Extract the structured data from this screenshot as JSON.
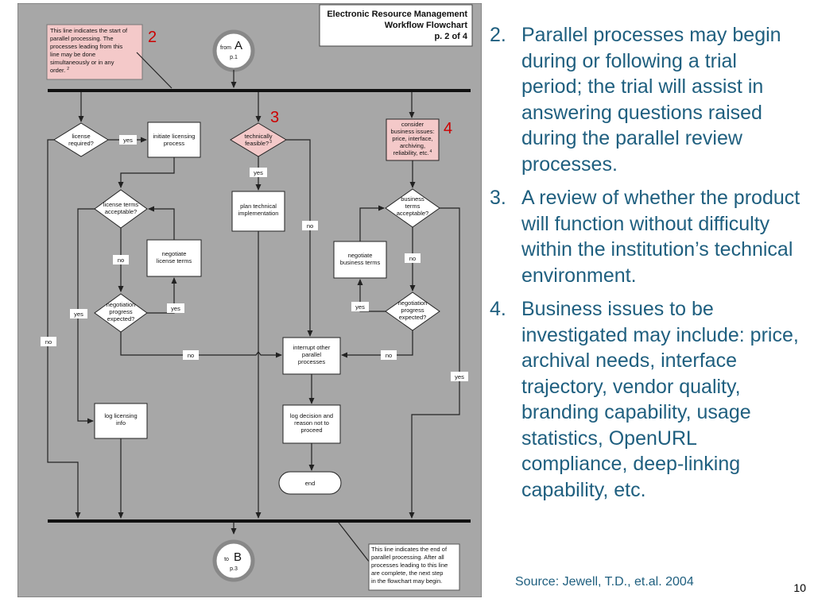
{
  "header": {
    "line1": "Electronic Resource Management",
    "line2": "Workflow Flowchart",
    "line3": "p. 2 of 4"
  },
  "connectors": {
    "top_from": "from",
    "top_letter": "A",
    "top_page": "p.1",
    "bottom_to": "to",
    "bottom_letter": "B",
    "bottom_page": "p.3"
  },
  "callouts": {
    "top_note": [
      "This line indicates the start of",
      "parallel processing.  The",
      "processes leading from this",
      "line may be done",
      "simultaneously or in any",
      "order."
    ],
    "top_note_sup": "2",
    "bottom_note": [
      "This line indicates the end of",
      "parallel processing.  After all",
      "processes leading to this line",
      "are complete, the next step",
      "in the flowchart may begin."
    ],
    "marker2": "2",
    "marker3": "3",
    "marker4": "4"
  },
  "nodes": {
    "license_required": [
      "license",
      "required?"
    ],
    "initiate_licensing": [
      "initiate licensing",
      "process"
    ],
    "technically_feasible": [
      "technically",
      "feasible?"
    ],
    "technically_feasible_sup": "3",
    "consider_business": [
      "consider",
      "business issues:",
      "price, interface,",
      "archiving,",
      "reliability, etc."
    ],
    "consider_business_sup": "4",
    "license_terms_acceptable": [
      "license terms",
      "acceptable?"
    ],
    "plan_technical": [
      "plan technical",
      "implementation"
    ],
    "business_terms_acceptable": [
      "business",
      "terms",
      "acceptable?"
    ],
    "negotiate_license": [
      "negotiate",
      "license terms"
    ],
    "negotiate_business": [
      "negotiate",
      "business terms"
    ],
    "negotiation_progress_left": [
      "negotiation",
      "progress",
      "expected?"
    ],
    "negotiation_progress_right": [
      "negotiation",
      "progress",
      "expected?"
    ],
    "interrupt_other": [
      "interrupt other",
      "parallel",
      "processes"
    ],
    "log_licensing": [
      "log licensing",
      "info"
    ],
    "log_decision": [
      "log decision and",
      "reason not to",
      "proceed"
    ],
    "end": "end"
  },
  "edge_labels": {
    "yes": "yes",
    "no": "no"
  },
  "notes": [
    {
      "num": "2.",
      "text": "Parallel processes may begin during or following a trial period;  the trial will assist in answering questions raised during the parallel review processes."
    },
    {
      "num": "3.",
      "text": "A review of whether the product will function without difficulty within the institution’s technical environment."
    },
    {
      "num": "4.",
      "text": "Business issues to be investigated may include: price, archival needs, interface trajectory, vendor quality, branding capability, usage statistics, OpenURL compliance, deep-linking capability, etc."
    }
  ],
  "source": "Source: Jewell, T.D., et.al. 2004",
  "page_number": "10",
  "colors": {
    "flow_bg": "#a7a7a7",
    "callout_pink": "#f4c9c9",
    "marker_red": "#cc0000",
    "text_blue": "#1f5f7f"
  }
}
